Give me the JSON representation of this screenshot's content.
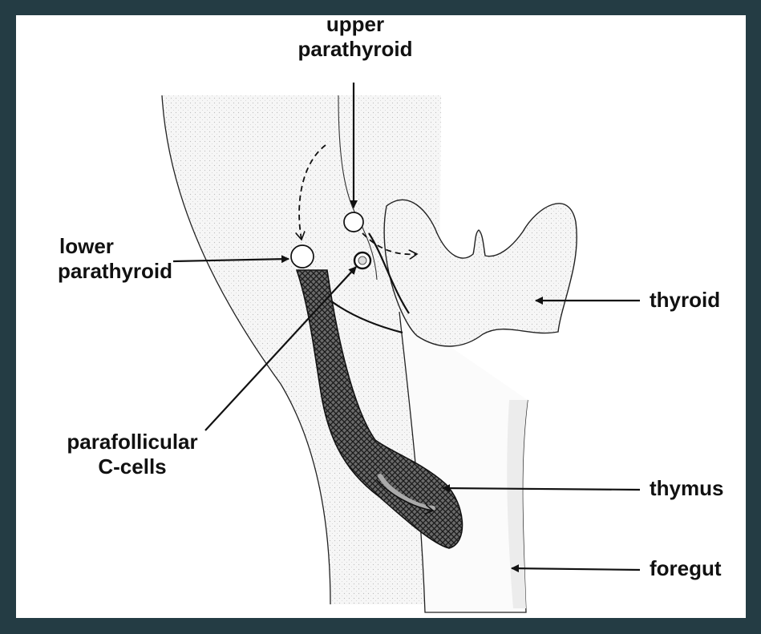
{
  "labels": {
    "upper_parathyroid": [
      "upper",
      "parathyroid"
    ],
    "lower_parathyroid": [
      "lower",
      "parathyroid"
    ],
    "parafollicular": [
      "parafollicular",
      "C-cells"
    ],
    "thyroid": "thyroid",
    "thymus": "thymus",
    "foregut": "foregut"
  },
  "colors": {
    "frame": "#243c44",
    "background": "#ffffff",
    "ink": "#111111",
    "stipple": "#f1f1f1",
    "thymus_fill": "#555555"
  }
}
